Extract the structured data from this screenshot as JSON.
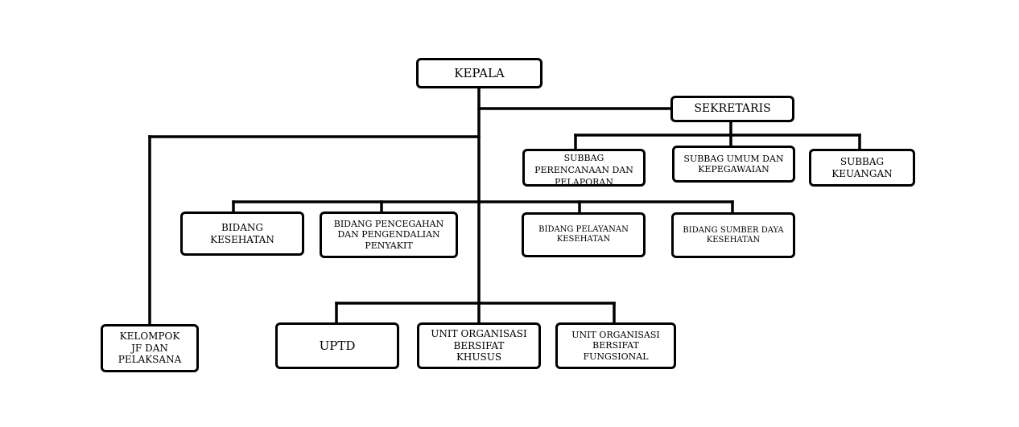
{
  "chart": {
    "boxes": {
      "kepala": "KEPALA",
      "sekretaris": "SEKRETARIS",
      "subbag_perencanaan": "SUBBAG\nPERENCANAAN DAN\nPELAPORAN",
      "subbag_umum": "SUBBAG UMUM DAN\nKEPEGAWAIAN",
      "subbag_keuangan": "SUBBAG\nKEUANGAN",
      "bidang_kesehatan": "BIDANG\nKESEHATAN",
      "bidang_pencegahan": "BIDANG PENCEGAHAN\nDAN PENGENDALIAN\nPENYAKIT",
      "bidang_pelayanan": "BIDANG PELAYANAN\nKESEHATAN",
      "bidang_sdk": "BIDANG SUMBER DAYA\nKESEHATAN",
      "kelompok_jf": "KELOMPOK\nJF DAN\nPELAKSANA",
      "uptd": "UPTD",
      "unit_khusus": "UNIT ORGANISASI\nBERSIFAT\nKHUSUS",
      "unit_fungsional": "UNIT ORGANISASI\nBERSIFAT\nFUNGSIONAL"
    }
  }
}
